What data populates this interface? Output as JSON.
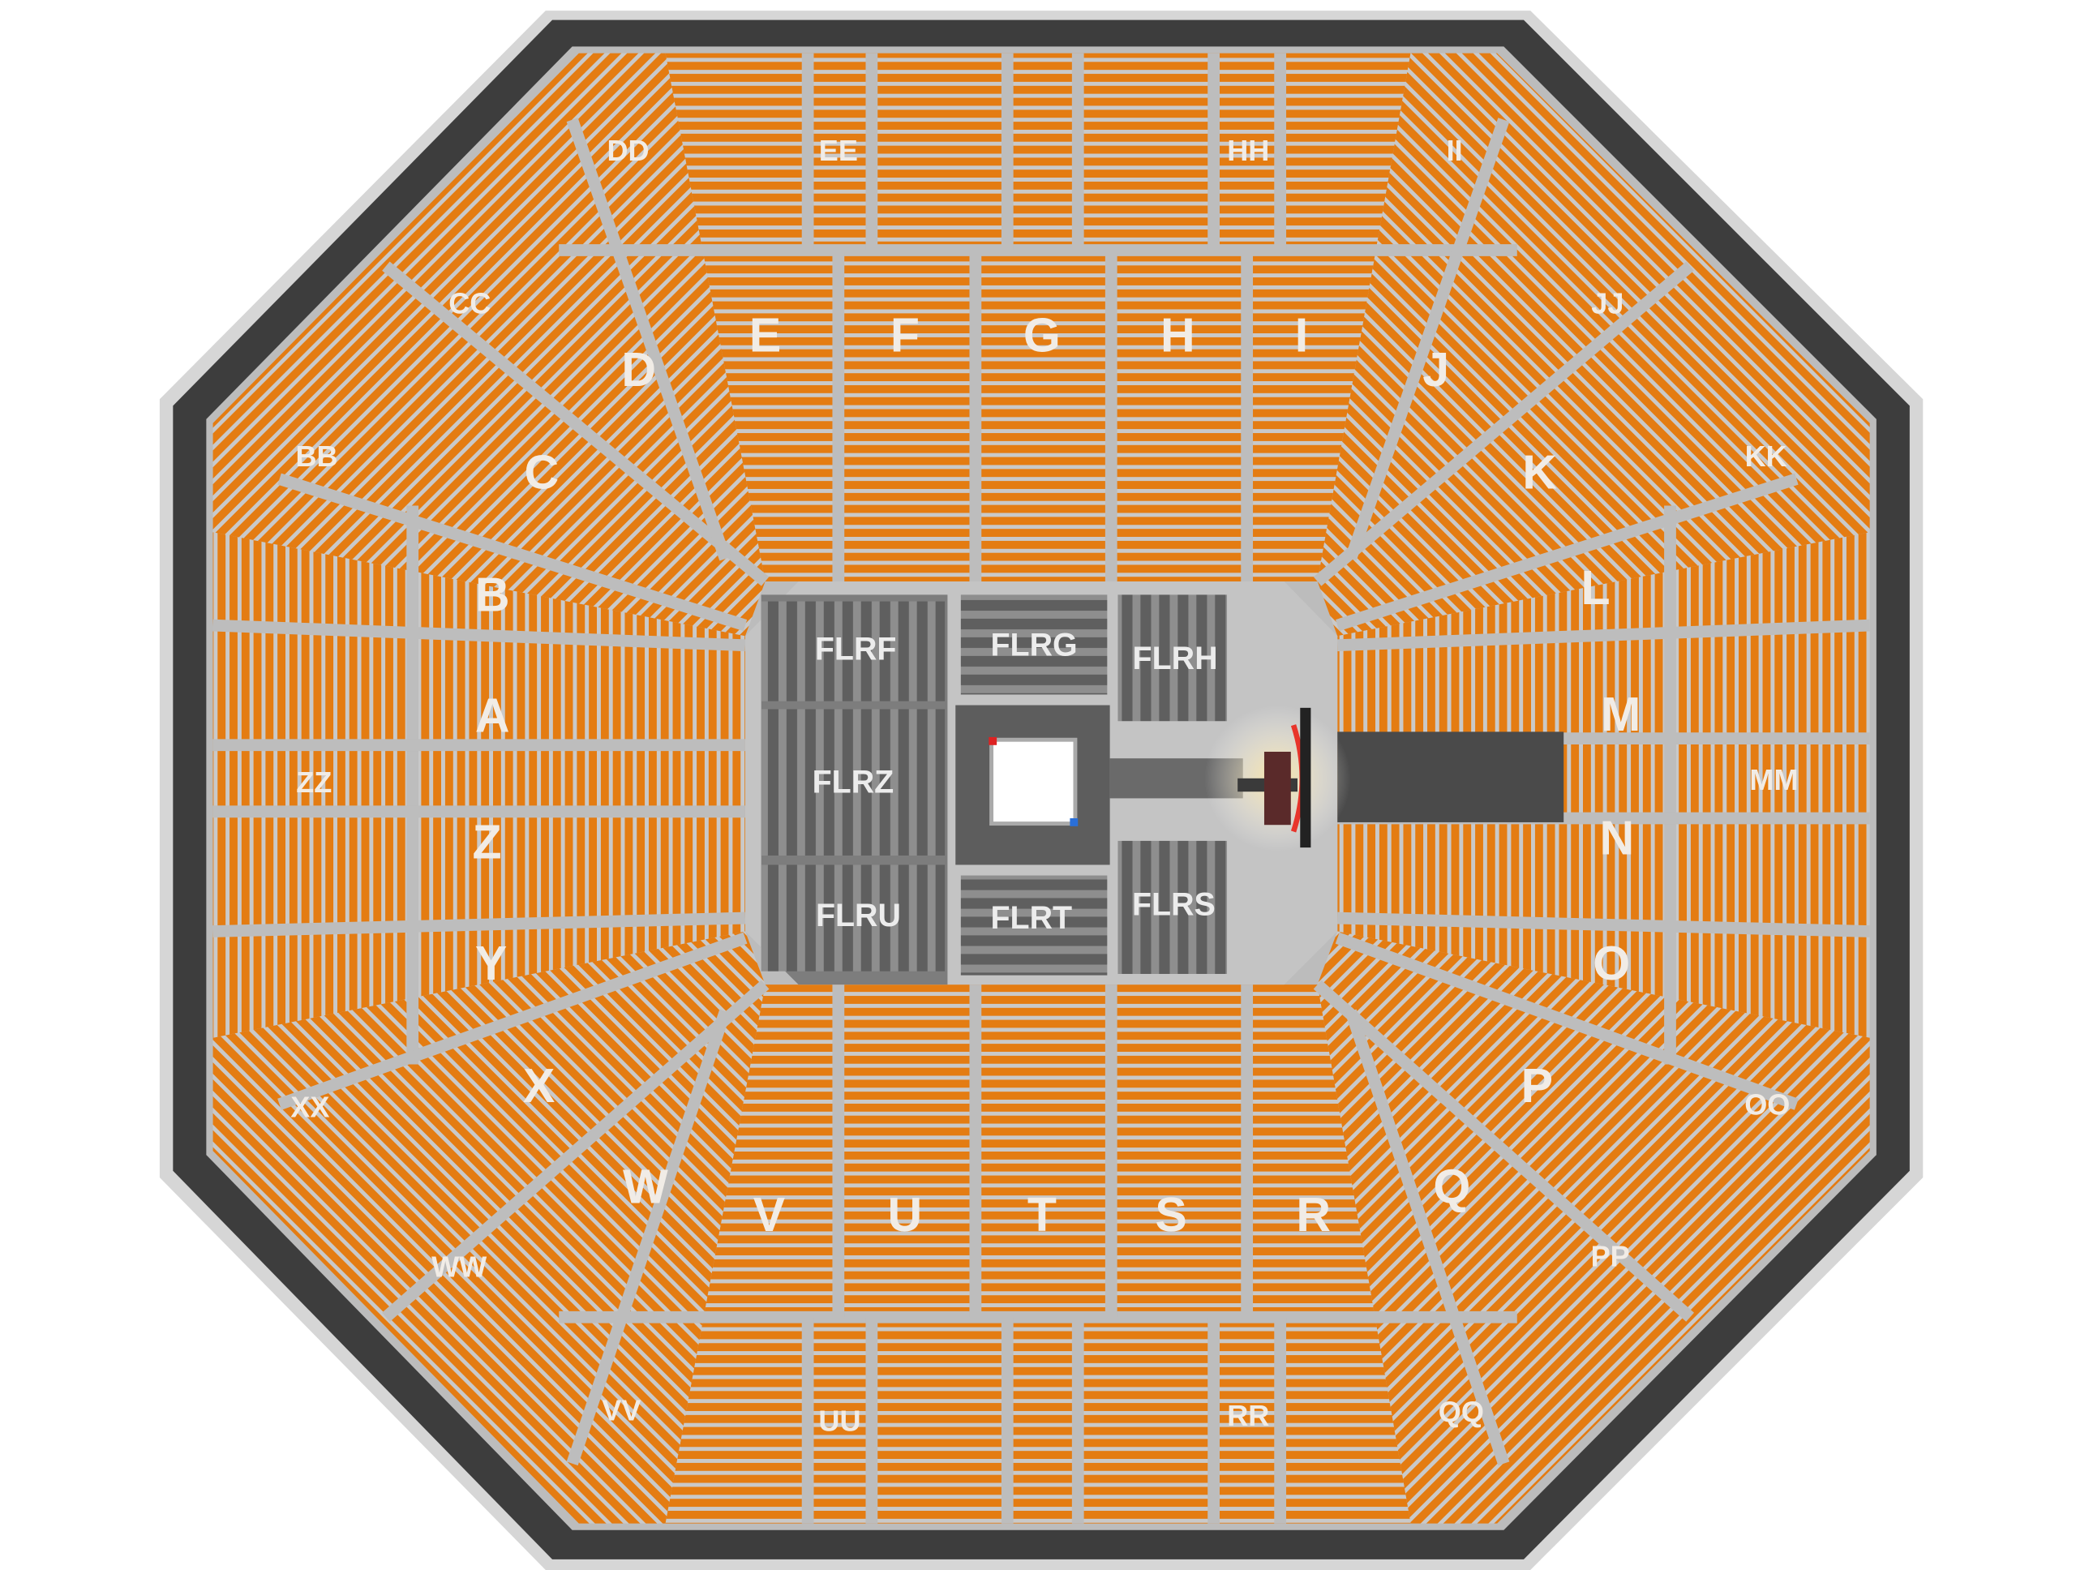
{
  "venue_map": {
    "upper_sections": [
      "DD",
      "EE",
      "HH",
      "II",
      "CC",
      "JJ",
      "BB",
      "KK",
      "ZZ",
      "MM",
      "XX",
      "OO",
      "WW",
      "PP",
      "VV",
      "UU",
      "RR",
      "QQ"
    ],
    "lower_sections": [
      "E",
      "F",
      "G",
      "H",
      "I",
      "D",
      "J",
      "C",
      "K",
      "B",
      "L",
      "A",
      "M",
      "Z",
      "N",
      "Y",
      "O",
      "X",
      "P",
      "W",
      "Q",
      "V",
      "U",
      "T",
      "S",
      "R"
    ],
    "floor_sections": [
      "FLRF",
      "FLRG",
      "FLRH",
      "FLRZ",
      "FLRU",
      "FLRT",
      "FLRS"
    ],
    "colors": {
      "seat": "#e07a10",
      "aisle": "#bcbcbc",
      "outer_wall": "#3d3d3d",
      "floor": "#8c8c8c",
      "floor_seat": "#6a6a6a",
      "ring": "#ffffff",
      "stage_light": "#e8342a"
    }
  }
}
